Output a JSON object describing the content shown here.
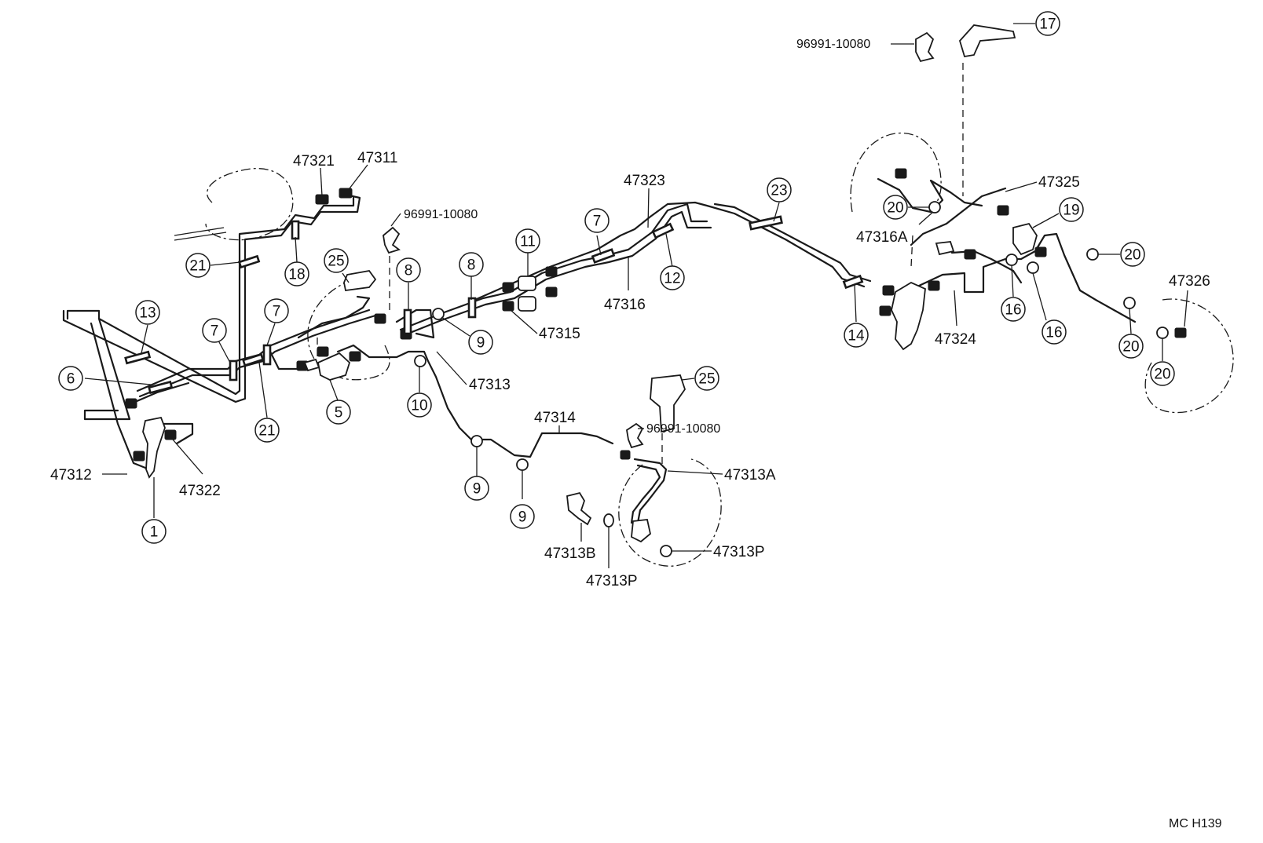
{
  "diagram": {
    "part_labels": {
      "p47311": "47311",
      "p47312": "47312",
      "p47313": "47313",
      "p47313A": "47313A",
      "p47313B": "47313B",
      "p47313P_a": "47313P",
      "p47313P_b": "47313P",
      "p47314": "47314",
      "p47315": "47315",
      "p47316": "47316",
      "p47316A": "47316A",
      "p47321": "47321",
      "p47322": "47322",
      "p47323": "47323",
      "p47324": "47324",
      "p47325": "47325",
      "p47326": "47326",
      "clip_a": "96991-10080",
      "clip_b": "96991-10080",
      "clip_c": "96991-10080"
    },
    "callouts": {
      "c1": "1",
      "c5": "5",
      "c6": "6",
      "c7a": "7",
      "c7b": "7",
      "c7c": "7",
      "c8a": "8",
      "c8b": "8",
      "c9a": "9",
      "c9b": "9",
      "c9c": "9",
      "c10": "10",
      "c11": "11",
      "c12": "12",
      "c13": "13",
      "c14": "14",
      "c16a": "16",
      "c16b": "16",
      "c17": "17",
      "c18": "18",
      "c19": "19",
      "c20a": "20",
      "c20b": "20",
      "c20c": "20",
      "c20d": "20",
      "c21a": "21",
      "c21b": "21",
      "c23": "23",
      "c25a": "25",
      "c25b": "25"
    },
    "drawing_code": "MC  H139"
  }
}
